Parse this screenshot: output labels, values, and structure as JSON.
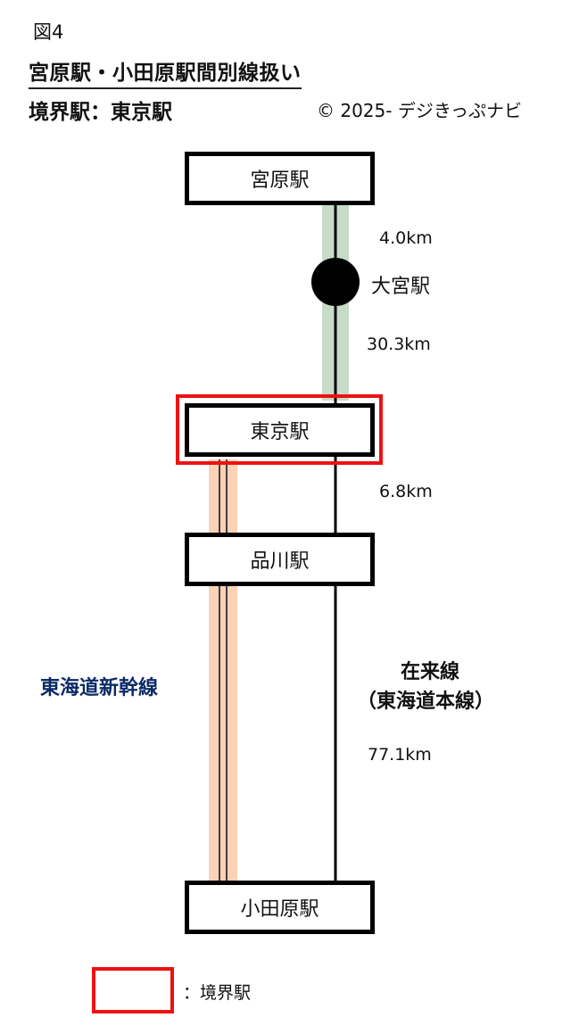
{
  "figure_label": "図4",
  "title": "宮原駅・小田原駅間別線扱い",
  "boundary_line": "境界駅：東京駅",
  "copyright": "© 2025- デジきっぷナビ",
  "stations": {
    "miyahara": "宮原駅",
    "omiya": "大宮駅",
    "tokyo": "東京駅",
    "shinagawa": "品川駅",
    "odawara": "小田原駅"
  },
  "distances": {
    "miyahara_omiya": "4.0km",
    "omiya_tokyo": "30.3km",
    "tokyo_shinagawa": "6.8km",
    "shinagawa_odawara": "77.1km"
  },
  "lines": {
    "shinkansen": "東海道新幹線",
    "conventional": "在来線",
    "conventional_sub": "（東海道本線）"
  },
  "legend": {
    "boundary_label": "：境界駅"
  },
  "colors": {
    "boundary": "#ee1111",
    "shinkansen_band": "#fad2b5",
    "tohoku_band": "#c6dcc6",
    "shinkansen_text": "#0b2a66"
  }
}
